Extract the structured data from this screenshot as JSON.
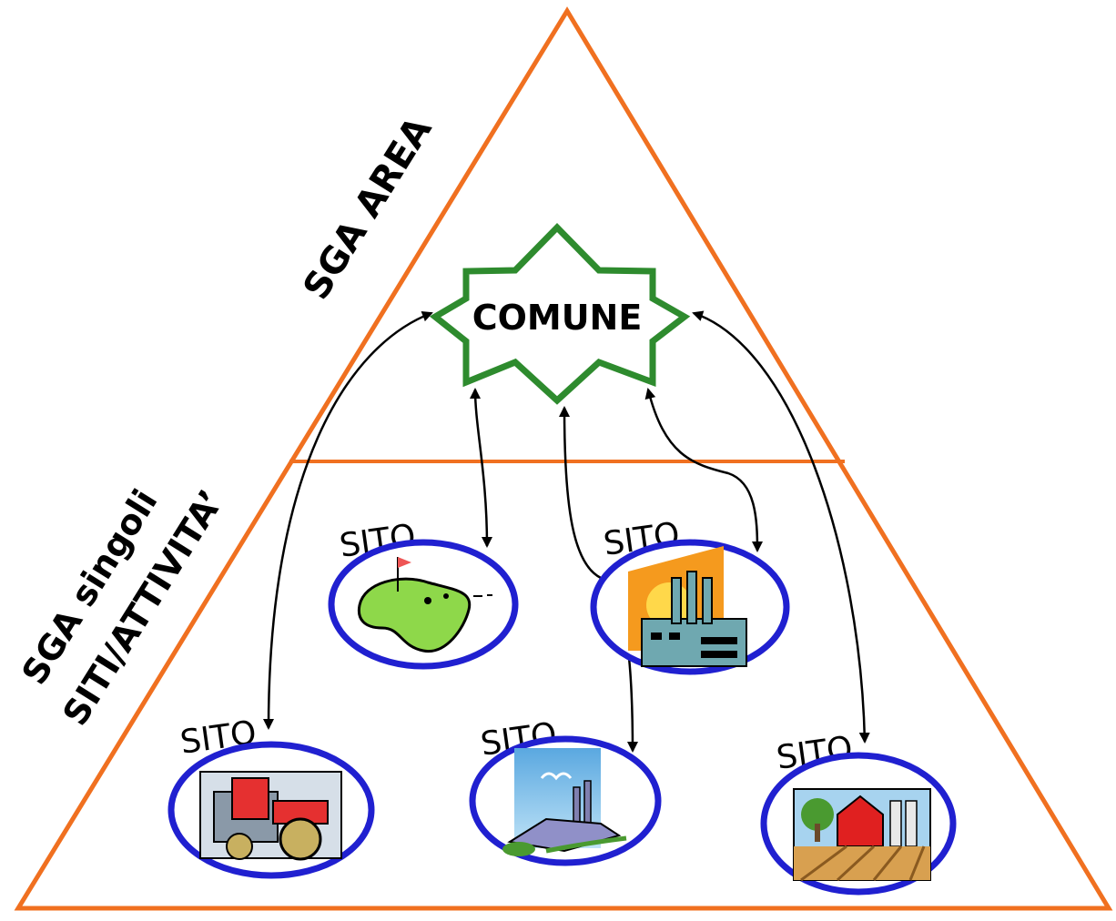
{
  "diagram": {
    "top_section_label": "SGA AREA",
    "bottom_section_label_line1": "SGA singoli",
    "bottom_section_label_line2": "SITI/ATTIVITA’",
    "center_node": "COMUNE",
    "site_label": "SITO",
    "sites": [
      {
        "label": "SITO",
        "icon": "golf-course-icon"
      },
      {
        "label": "SITO",
        "icon": "factory-icon"
      },
      {
        "label": "SITO",
        "icon": "tractor-icon"
      },
      {
        "label": "SITO",
        "icon": "industrial-plant-icon"
      },
      {
        "label": "SITO",
        "icon": "farm-barn-icon"
      }
    ],
    "colors": {
      "pyramid": "#f07020",
      "star": "#2e8b2e",
      "ellipse": "#2020d0",
      "arrow": "#000000"
    }
  }
}
